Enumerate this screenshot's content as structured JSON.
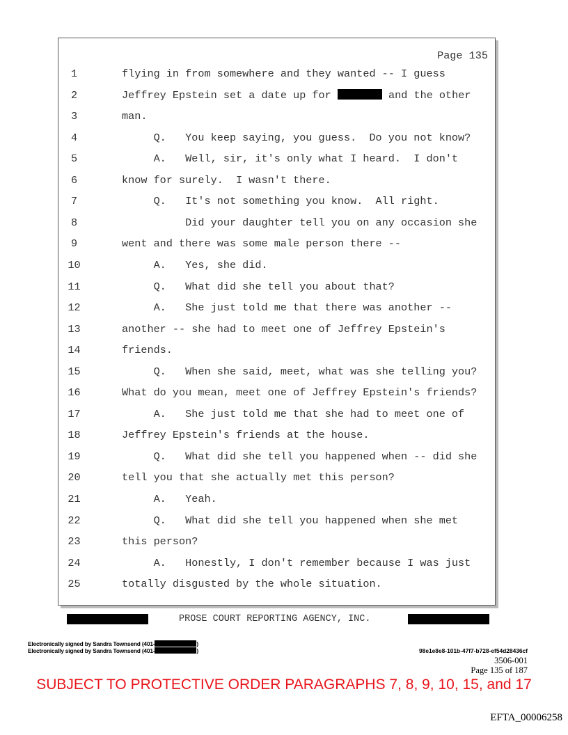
{
  "page_label": "Page 135",
  "lines": [
    {
      "n": "1",
      "t": "flying in from somewhere and they wanted -- I guess"
    },
    {
      "n": "2",
      "t": "Jeffrey Epstein set a date up for ",
      "redacted": true,
      "t2": " and the other"
    },
    {
      "n": "3",
      "t": "man."
    },
    {
      "n": "4",
      "t": "     Q.   You keep saying, you guess.  Do you not know?"
    },
    {
      "n": "5",
      "t": "     A.   Well, sir, it's only what I heard.  I don't"
    },
    {
      "n": "6",
      "t": "know for surely.  I wasn't there."
    },
    {
      "n": "7",
      "t": "     Q.   It's not something you know.  All right."
    },
    {
      "n": "8",
      "t": "          Did your daughter tell you on any occasion she"
    },
    {
      "n": "9",
      "t": "went and there was some male person there --"
    },
    {
      "n": "10",
      "t": "     A.   Yes, she did."
    },
    {
      "n": "11",
      "t": "     Q.   What did she tell you about that?"
    },
    {
      "n": "12",
      "t": "     A.   She just told me that there was another --"
    },
    {
      "n": "13",
      "t": "another -- she had to meet one of Jeffrey Epstein's"
    },
    {
      "n": "14",
      "t": "friends."
    },
    {
      "n": "15",
      "t": "     Q.   When she said, meet, what was she telling you?"
    },
    {
      "n": "16",
      "t": "What do you mean, meet one of Jeffrey Epstein's friends?"
    },
    {
      "n": "17",
      "t": "     A.   She just told me that she had to meet one of"
    },
    {
      "n": "18",
      "t": "Jeffrey Epstein's friends at the house."
    },
    {
      "n": "19",
      "t": "     Q.   What did she tell you happened when -- did she"
    },
    {
      "n": "20",
      "t": "tell you that she actually met this person?"
    },
    {
      "n": "21",
      "t": "     A.   Yeah."
    },
    {
      "n": "22",
      "t": "     Q.   What did she tell you happened when she met"
    },
    {
      "n": "23",
      "t": "this person?"
    },
    {
      "n": "24",
      "t": "     A.   Honestly, I don't remember because I was just"
    },
    {
      "n": "25",
      "t": "totally disgusted by the whole situation."
    }
  ],
  "footer": {
    "agency": "PROSE COURT REPORTING AGENCY, INC.",
    "sig1_prefix": "Electronically signed by Sandra Townsend (401-",
    "sig_suffix": ")",
    "sig2_prefix": "Electronically signed by Sandra Townsend (401-",
    "hash": "98e1e8e8-101b-47f7-b728-ef54d28436cf",
    "case": "3506-001",
    "page_of": "Page 135 of 187",
    "protective": "SUBJECT TO PROTECTIVE ORDER PARAGRAPHS 7, 8, 9, 10, 15, and 17",
    "efta": "EFTA_00006258"
  },
  "colors": {
    "protective": "#e8141b"
  }
}
